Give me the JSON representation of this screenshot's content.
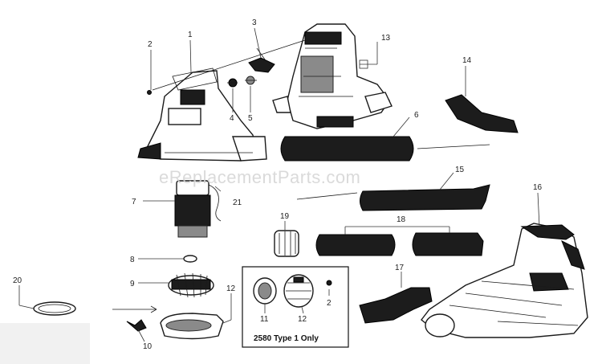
{
  "watermark": "eReplacementParts.com",
  "labels": {
    "p1": "1",
    "p2": "2",
    "p3": "3",
    "p4": "4",
    "p5": "5",
    "p6": "6",
    "p7": "7",
    "p8": "8",
    "p9": "9",
    "p10": "10",
    "p11": "11",
    "p12a": "12",
    "p12b": "12",
    "p13": "13",
    "p14": "14",
    "p15": "15",
    "p16": "16",
    "p17": "17",
    "p18": "18",
    "p19": "19",
    "p20": "20",
    "p21": "21",
    "p2b": "2"
  },
  "inset": {
    "caption": "2580 Type 1 Only"
  }
}
